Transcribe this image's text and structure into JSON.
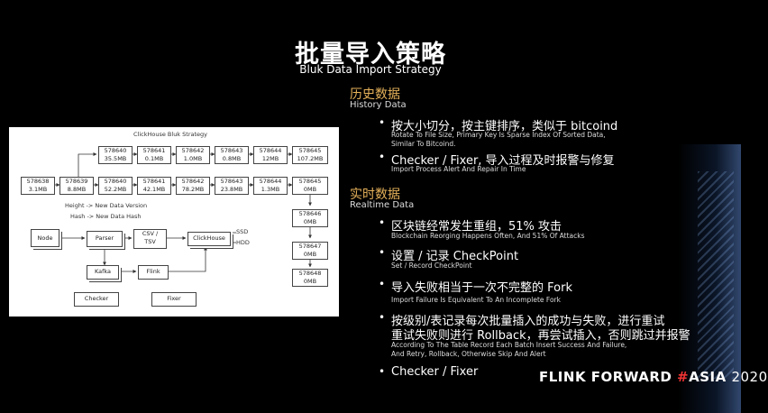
{
  "slide": {
    "title": "批量导入策略",
    "subtitle": "Bluk Data Import Strategy"
  },
  "history": {
    "title": "历史数据",
    "subtitle": "History Data",
    "bullets": [
      {
        "main": "按大小切分，按主键排序，类似于 bitcoind",
        "en1": "Rotate To File Size, Primary Key Is Sparse Index Of Sorted Data,",
        "en2": "Similar To Bitcoind."
      },
      {
        "main": "Checker / Fixer, 导入过程及时报警与修复",
        "en1": "Import Process Alert And Repair In Time",
        "en2": ""
      }
    ]
  },
  "realtime": {
    "title": "实时数据",
    "subtitle": "Realtime Data",
    "bullets": [
      {
        "main": "区块链经常发生重组，51% 攻击",
        "en1": "Blockchain Reorging Happens Often, And 51% Of Attacks",
        "en2": ""
      },
      {
        "main": "设置 / 记录 CheckPoint",
        "en1": "Set / Record CheckPoint",
        "en2": ""
      },
      {
        "main": "导入失败相当于一次不完整的 Fork",
        "en1": "Import Failure Is Equivalent To An Incomplete Fork",
        "en2": ""
      },
      {
        "main": "按级别/表记录每次批量插入的成功与失败，进行重试",
        "main2": "重试失败则进行 Rollback，再尝试插入，否则跳过并报警",
        "en1": "According To The Table Record Each Batch Insert Success And Failure,",
        "en2": "And Retry, Rollback, Otherwise Skip And Alert"
      },
      {
        "main": "Checker / Fixer",
        "en1": "",
        "en2": ""
      }
    ]
  },
  "diagram": {
    "title": "ClickHouse Bluk Strategy",
    "top_row": [
      {
        "id": "578640",
        "size": "35.5MB"
      },
      {
        "id": "578641",
        "size": "0.1MB"
      },
      {
        "id": "578642",
        "size": "1.0MB"
      },
      {
        "id": "578643",
        "size": "0.8MB"
      },
      {
        "id": "578644",
        "size": "12MB"
      },
      {
        "id": "578645",
        "size": "107.2MB"
      }
    ],
    "bottom_row": [
      {
        "id": "578638",
        "size": "3.1MB"
      },
      {
        "id": "578639",
        "size": "8.8MB"
      },
      {
        "id": "578640",
        "size": "52.2MB"
      },
      {
        "id": "578641",
        "size": "42.1MB"
      },
      {
        "id": "578642",
        "size": "78.2MB"
      },
      {
        "id": "578643",
        "size": "23.8MB"
      },
      {
        "id": "578644",
        "size": "1.3MB"
      },
      {
        "id": "578645",
        "size": "0MB"
      }
    ],
    "column": [
      {
        "id": "578646",
        "size": "0MB"
      },
      {
        "id": "578647",
        "size": "0MB"
      },
      {
        "id": "578648",
        "size": "0MB"
      }
    ],
    "note1": "Height -> New Data Version",
    "note2": "Hash -> New Data Hash",
    "node": "Node",
    "parser": "Parser",
    "csv": "CSV /",
    "tsv": "TSV",
    "clickhouse": "ClickHouse",
    "ssd": "SSD",
    "hdd": "HDD",
    "kafka": "Kafka",
    "flink": "Flink",
    "checker": "Checker",
    "fixer": "Fixer"
  },
  "footer": {
    "part1": "FLINK FORWARD ",
    "hash": "#",
    "part2": "ASIA ",
    "year": "2020"
  }
}
